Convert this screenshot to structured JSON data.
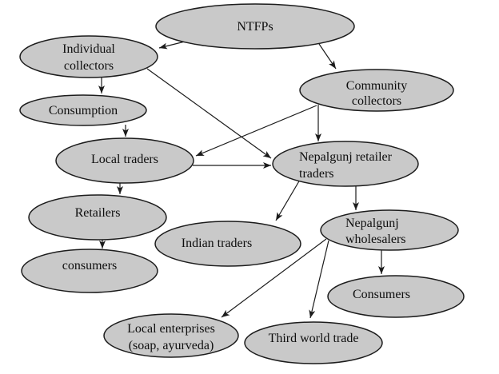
{
  "figure": {
    "background": "#ffffff",
    "node_fill": "#c9c9c9",
    "node_stroke": "#1c1c1c",
    "arrow_color": "#1c1c1c",
    "nodes": {
      "ntfps": {
        "label": "NTFPs"
      },
      "individual_collectors": {
        "line1": "Individual",
        "line2": "collectors"
      },
      "consumption": {
        "label": "Consumption"
      },
      "local_traders": {
        "label": "Local traders"
      },
      "community_collectors": {
        "line1": "Community",
        "line2": "collectors"
      },
      "nepalgunj_retailer_traders": {
        "line1": "Nepalgunj retailer",
        "line2": "traders"
      },
      "retailers": {
        "label": "Retailers"
      },
      "consumers_local": {
        "label": "consumers"
      },
      "indian_traders": {
        "label": "Indian traders"
      },
      "nepalgunj_wholesalers": {
        "line1": "Nepalgunj",
        "line2": "wholesalers"
      },
      "consumers_wholesale": {
        "label": "Consumers"
      },
      "local_enterprises": {
        "line1": "Local enterprises",
        "line2": "(soap, ayurveda)"
      },
      "third_world_trade": {
        "label": "Third world trade"
      }
    },
    "edges": [
      {
        "from": "ntfps",
        "to": "individual_collectors"
      },
      {
        "from": "ntfps",
        "to": "community_collectors"
      },
      {
        "from": "individual_collectors",
        "to": "consumption"
      },
      {
        "from": "individual_collectors",
        "to": "nepalgunj_retailer_traders"
      },
      {
        "from": "consumption",
        "to": "local_traders"
      },
      {
        "from": "community_collectors",
        "to": "local_traders"
      },
      {
        "from": "community_collectors",
        "to": "nepalgunj_retailer_traders"
      },
      {
        "from": "local_traders",
        "to": "nepalgunj_retailer_traders"
      },
      {
        "from": "local_traders",
        "to": "retailers"
      },
      {
        "from": "retailers",
        "to": "consumers_local"
      },
      {
        "from": "nepalgunj_retailer_traders",
        "to": "indian_traders"
      },
      {
        "from": "nepalgunj_retailer_traders",
        "to": "nepalgunj_wholesalers"
      },
      {
        "from": "nepalgunj_wholesalers",
        "to": "consumers_wholesale"
      },
      {
        "from": "nepalgunj_wholesalers",
        "to": "local_enterprises"
      },
      {
        "from": "nepalgunj_wholesalers",
        "to": "third_world_trade"
      }
    ]
  }
}
